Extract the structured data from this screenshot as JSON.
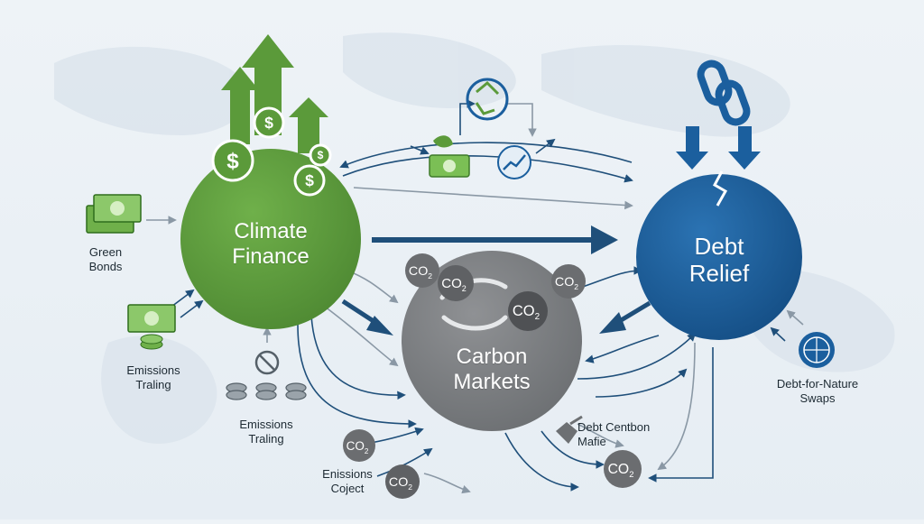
{
  "hubs": {
    "climate_finance": {
      "line1": "Climate",
      "line2": "Finance",
      "color": "#5b9a3a"
    },
    "debt_relief": {
      "line1": "Debt",
      "line2": "Relief",
      "color": "#1b5f9e"
    },
    "carbon_markets": {
      "line1": "Carbon",
      "line2": "Markets",
      "color": "#7d7f82"
    }
  },
  "labels": {
    "green_bonds": {
      "line1": "Green",
      "line2": "Bonds"
    },
    "emissions_trading_left": {
      "line1": "Emissions",
      "line2": "Traling"
    },
    "emissions_trading_bottom": {
      "line1": "Emissions",
      "line2": "Traling"
    },
    "emissions_coject": {
      "line1": "Enissions",
      "line2": "Coject"
    },
    "debt_centon": {
      "line1": "Debt Centbon",
      "line2": "Mafie"
    },
    "debt_for_nature": {
      "line1": "Debt-for-Nature",
      "line2": "Swaps"
    }
  },
  "co2_badges": {
    "text": "CO",
    "sub": "2"
  },
  "dollar_symbol": "$",
  "icons": [
    "dollar-coin-icon",
    "cash-stack-icon",
    "chain-link-icon",
    "globe-emblem-icon",
    "recycle-icon",
    "co2-bubble-icon",
    "arrow-up-icon"
  ]
}
